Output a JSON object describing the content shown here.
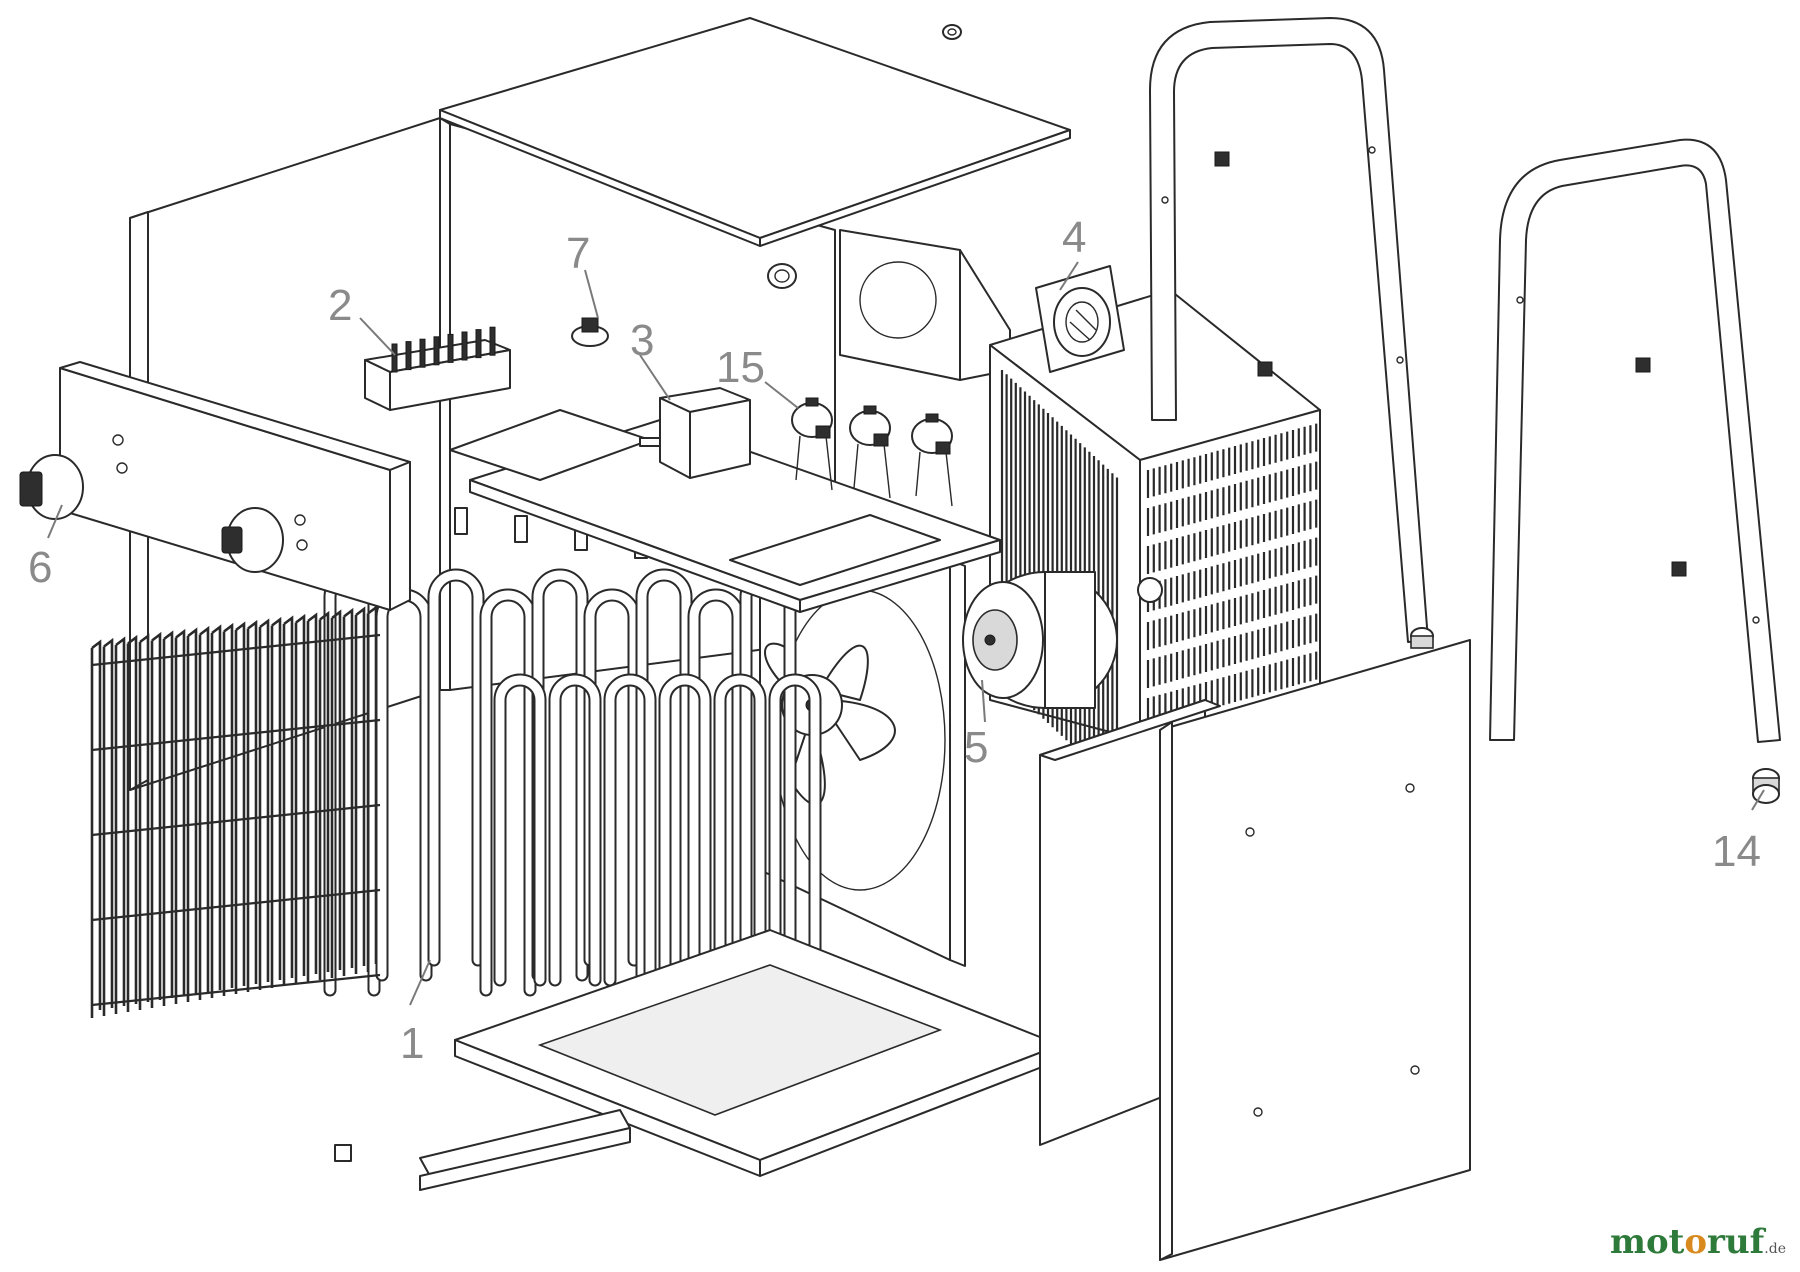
{
  "callouts": [
    {
      "id": "c1",
      "label": "1"
    },
    {
      "id": "c2",
      "label": "2"
    },
    {
      "id": "c3",
      "label": "3"
    },
    {
      "id": "c4",
      "label": "4"
    },
    {
      "id": "c5",
      "label": "5"
    },
    {
      "id": "c6",
      "label": "6"
    },
    {
      "id": "c7",
      "label": "7"
    },
    {
      "id": "c14",
      "label": "14"
    },
    {
      "id": "c15",
      "label": "15"
    }
  ],
  "brand": {
    "part1": "mot",
    "part2": "o",
    "part3": "ruf",
    "tld": ".de"
  }
}
